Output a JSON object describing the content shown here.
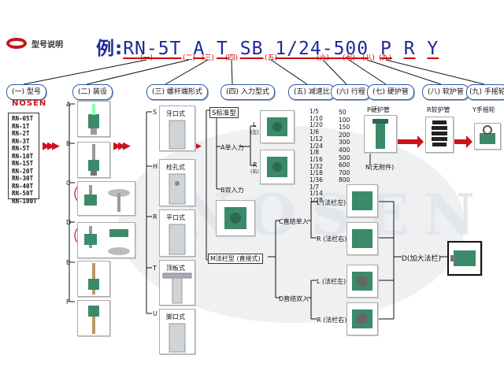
{
  "header": {
    "logo_name": "nosen-logo",
    "label": "型号说明",
    "title_prefix": "例:",
    "title_segments": [
      "RN-5T",
      "A",
      "T",
      "SB",
      "1/24-",
      "500",
      "P",
      "R",
      "Y"
    ],
    "codes": [
      "(一)",
      "(二)",
      "(三)",
      "(四)",
      "(五)",
      "(六)",
      "(七)",
      "(八)",
      "(九)"
    ]
  },
  "sections": [
    "(一) 型号",
    "(二) 装设",
    "(三) 螺杆端形式",
    "(四) 入力型式",
    "(五) 减速比",
    "(六) 行程",
    "(七) 硬护管",
    "(八) 软护管",
    "(九) 手摇轮"
  ],
  "brand": "NOSEN",
  "watermark": "NOSEN",
  "models": [
    "RN-05T",
    "RN-1T",
    "RN-2T",
    "RN-3T",
    "RN-5T",
    "RN-10T",
    "RN-15T",
    "RN-20T",
    "RN-30T",
    "RN-40T",
    "RN-50T",
    "RN-100T"
  ],
  "mount_types": [
    "A",
    "B",
    "C",
    "D",
    "E",
    "F"
  ],
  "screw_ends": [
    {
      "code": "S",
      "name": "牙口式"
    },
    {
      "code": "H",
      "name": "栓孔式"
    },
    {
      "code": "R",
      "name": "平口式"
    },
    {
      "code": "T",
      "name": "顶板式"
    },
    {
      "code": "U",
      "name": "脚口式"
    }
  ],
  "input": {
    "sb": "S标准型",
    "single": "A单入力",
    "double": "B双入力",
    "flange": "M法栏型 (直接式)",
    "l": "L",
    "l_sub": "(左)",
    "r": "R",
    "r_sub": "(右)",
    "c_single": "C直结单入",
    "d_double": "D直结双入",
    "l_flange": "L (法栏左)",
    "r_flange": "R (法栏右)",
    "big_flange": "D(加大法栏)"
  },
  "ratios": [
    "1/5",
    "1/10",
    "1/20",
    "1/6",
    "1/12",
    "1/24",
    "1/8",
    "1/16",
    "1/32",
    "1/18",
    "1/36",
    "1/7",
    "1/14",
    "1/28"
  ],
  "strokes": [
    "50",
    "100",
    "150",
    "200",
    "300",
    "400",
    "500",
    "600",
    "700",
    "800"
  ],
  "hard_tube": {
    "p": "P硬护管",
    "n": "N(无附件)"
  },
  "soft_tube": "R软护管",
  "handwheel": "Y手摇轮",
  "colors": {
    "accent_red": "#d0111b",
    "title_blue": "#1b2b9a",
    "product_green": "#3c8a6a"
  }
}
